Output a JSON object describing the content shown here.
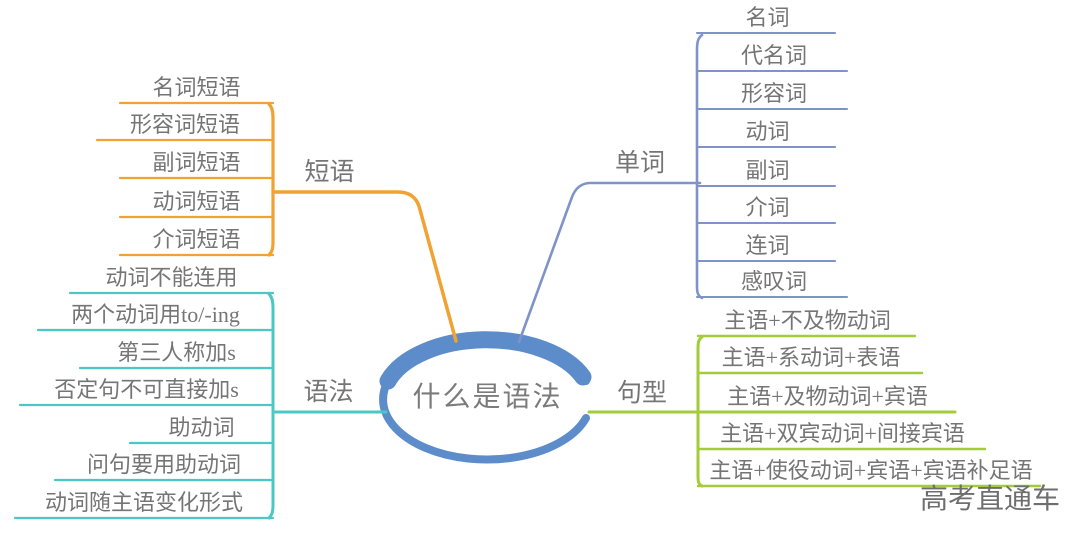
{
  "center": {
    "label": "什么是语法"
  },
  "branches": {
    "words": {
      "label": "单词",
      "color": "#8093c8",
      "items": [
        "名词",
        "代名词",
        "形容词",
        "动词",
        "副词",
        "介词",
        "连词",
        "感叹词"
      ]
    },
    "phrases": {
      "label": "短语",
      "color": "#f0a232",
      "items": [
        "名词短语",
        "形容词短语",
        "副词短语",
        "动词短语",
        "介词短语"
      ]
    },
    "grammar": {
      "label": "语法",
      "color": "#4cc8c4",
      "items": [
        "动词不能连用",
        "两个动词用to/-ing",
        "第三人称加s",
        "否定句不可直接加s",
        "助动词",
        "问句要用助动词",
        "动词随主语变化形式"
      ]
    },
    "patterns": {
      "label": "句型",
      "color": "#a2cc3a",
      "items": [
        "主语+不及物动词",
        "主语+系动词+表语",
        "主语+及物动词+宾语",
        "主语+双宾动词+间接宾语",
        "主语+使役动词+宾语+宾语补足语"
      ]
    }
  },
  "watermark": {
    "label": "高考直通车",
    "color": "#6e6e6e"
  },
  "colors": {
    "center_ellipse": "#5c8dca",
    "text": "#757575",
    "background": "#ffffff"
  }
}
